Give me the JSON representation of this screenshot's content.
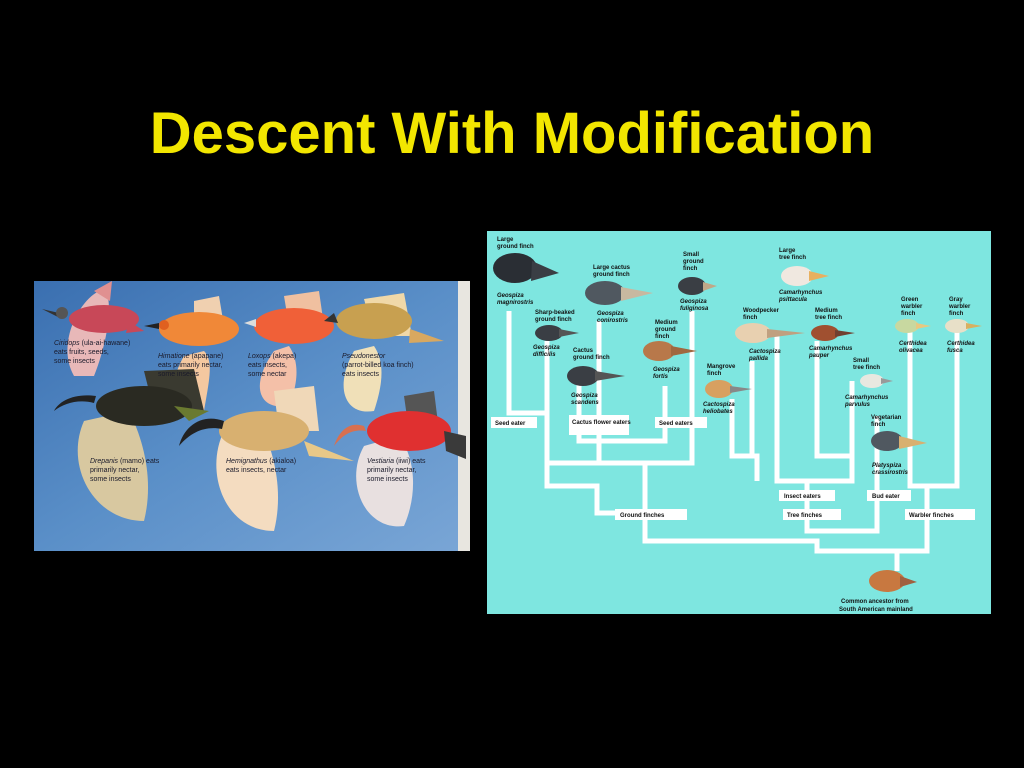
{
  "slide": {
    "title": "Descent With Modification",
    "background_color": "#000000",
    "title_color": "#f2e600"
  },
  "hawaii_panel": {
    "labels": [
      {
        "name": "Ciridops",
        "common": "(ula-ai-hawane)",
        "diet_lines": [
          "eats fruits, seeds,",
          "some insects"
        ]
      },
      {
        "name": "Himatione",
        "common": "(apapane)",
        "diet_lines": [
          "eats primarily nectar,",
          "some insects"
        ]
      },
      {
        "name": "Loxops",
        "common": "(akepa)",
        "diet_lines": [
          "eats insects,",
          "some nectar"
        ]
      },
      {
        "name": "Pseudonestor",
        "common": "",
        "diet_lines": [
          "(parrot-billed koa finch)",
          "eats insects"
        ]
      },
      {
        "name": "Drepanis",
        "common": "(mamo)",
        "diet_lines": [
          "eats",
          "primarily nectar,",
          "some insects"
        ]
      },
      {
        "name": "Hemignathus",
        "common": "(akialoa)",
        "diet_lines": [
          "eats insects, nectar"
        ]
      },
      {
        "name": "Vestiaria",
        "common": "(iiwi)",
        "diet_lines": [
          "eats",
          "primarily nectar,",
          "some insects"
        ]
      }
    ]
  },
  "galapagos_panel": {
    "background_color": "#7ee6e0",
    "species": [
      {
        "common": [
          "Large",
          "ground finch"
        ],
        "latin": [
          "Geospiza",
          "magnirostris"
        ]
      },
      {
        "common": [
          "Large cactus",
          "ground finch"
        ],
        "latin": [
          "Geospiza",
          "conirostris"
        ]
      },
      {
        "common": [
          "Small",
          "ground",
          "finch"
        ],
        "latin": [
          "Geospiza",
          "fuliginosa"
        ]
      },
      {
        "common": [
          "Sharp-beaked",
          "ground finch"
        ],
        "latin": [
          "Geospiza",
          "difficilis"
        ]
      },
      {
        "common": [
          "Medium",
          "ground",
          "finch"
        ],
        "latin": [
          "Geospiza",
          "fortis"
        ]
      },
      {
        "common": [
          "Cactus",
          "ground finch"
        ],
        "latin": [
          "Geospiza",
          "scandens"
        ]
      },
      {
        "common": [
          "Large",
          "tree finch"
        ],
        "latin": [
          "Camarhynchus",
          "psittacula"
        ]
      },
      {
        "common": [
          "Woodpecker",
          "finch"
        ],
        "latin": [
          "Cactospiza",
          "pallida"
        ]
      },
      {
        "common": [
          "Medium",
          "tree finch"
        ],
        "latin": [
          "Camarhynchus",
          "pauper"
        ]
      },
      {
        "common": [
          "Mangrove",
          "finch"
        ],
        "latin": [
          "Cactospiza",
          "heliobates"
        ]
      },
      {
        "common": [
          "Small",
          "tree finch"
        ],
        "latin": [
          "Camarhynchus",
          "parvulus"
        ]
      },
      {
        "common": [
          "Vegetarian",
          "finch"
        ],
        "latin": [
          "Platyspiza",
          "crassirostris"
        ]
      },
      {
        "common": [
          "Green",
          "warbler",
          "finch"
        ],
        "latin": [
          "Certhidea",
          "olivacea"
        ]
      },
      {
        "common": [
          "Gray",
          "warbler",
          "finch"
        ],
        "latin": [
          "Certhidea",
          "fusca"
        ]
      }
    ],
    "diet_boxes": [
      "Seed eater",
      "Cactus flower eaters",
      "Seed eaters",
      "Insect eaters",
      "Bud eater"
    ],
    "group_boxes": [
      "Ground finches",
      "Tree finches",
      "Warbler finches"
    ],
    "ancestor": [
      "Common ancestor from",
      "South American mainland"
    ]
  }
}
